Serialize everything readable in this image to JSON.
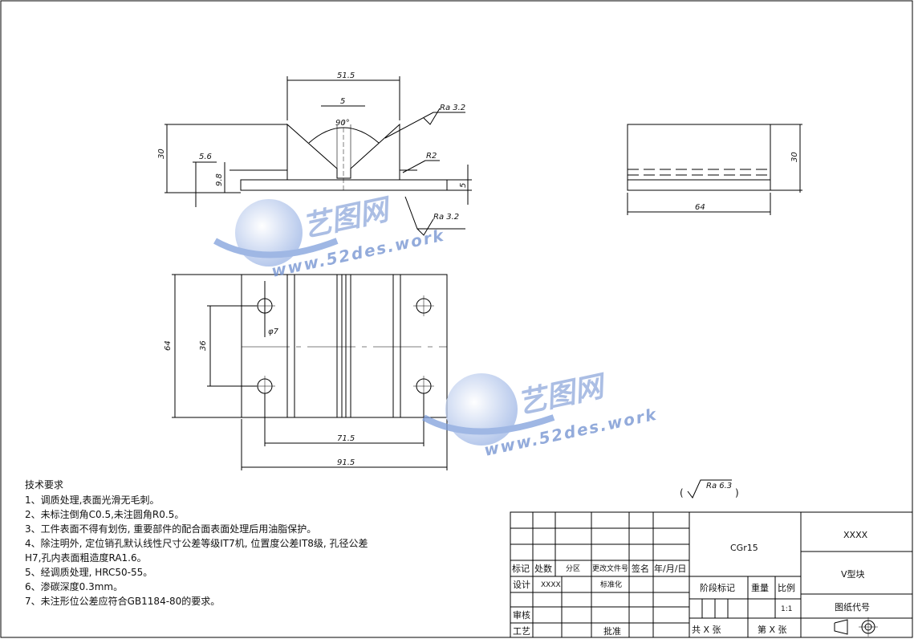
{
  "front_view": {
    "dims": {
      "top_width": "51.5",
      "slot_width": "5",
      "angle": "90°",
      "height": "30",
      "step": "5.6",
      "base_offset": "9.8",
      "thickness": "5",
      "radius": "R2"
    },
    "roughness_top": "Ra 3.2",
    "roughness_bottom": "Ra 3.2"
  },
  "side_view": {
    "dims": {
      "height": "30",
      "length": "64"
    }
  },
  "top_view": {
    "dims": {
      "width": "64",
      "hole_spacing": "36",
      "hole_dia": "φ7",
      "hole_pitch": "71.5",
      "overall": "91.5"
    }
  },
  "general_roughness": "Ra 6.3",
  "tech_requirements": {
    "title": "技术要求",
    "items": [
      "1、调质处理,表面光滑无毛刺。",
      "2、未标注倒角C0.5,未注圆角R0.5。",
      "3、工件表面不得有划伤, 重要部件的配合面表面处理后用油脂保护。",
      "4、除注明外, 定位销孔默认线性尺寸公差等级IT7机, 位置度公差IT8级, 孔径公差",
      "H7,孔内表面粗造度RA1.6。",
      "5、经调质处理, HRC50-55。",
      "6、渗碳深度0.3mm。",
      "7、未注形位公差应符合GB1184-80的要求。"
    ]
  },
  "title_block": {
    "material": "CGr15",
    "company": "XXXX",
    "part_name": "V型块",
    "drawing_no_label": "图纸代号",
    "mark": "标记",
    "count": "处数",
    "zone": "分区",
    "change_doc": "更改文件号",
    "sign": "签名",
    "date": "年/月/日",
    "design": "设计",
    "designer": "XXXX",
    "standardize": "标准化",
    "stage_mark": "阶段标记",
    "weight": "重量",
    "scale_label": "比例",
    "scale": "1:1",
    "review": "审核",
    "process": "工艺",
    "approve": "批准",
    "sheets": "共 X 张",
    "sheet_no": "第 X 张"
  },
  "watermark": {
    "cn": "艺图网",
    "url": "www.52des.work"
  }
}
